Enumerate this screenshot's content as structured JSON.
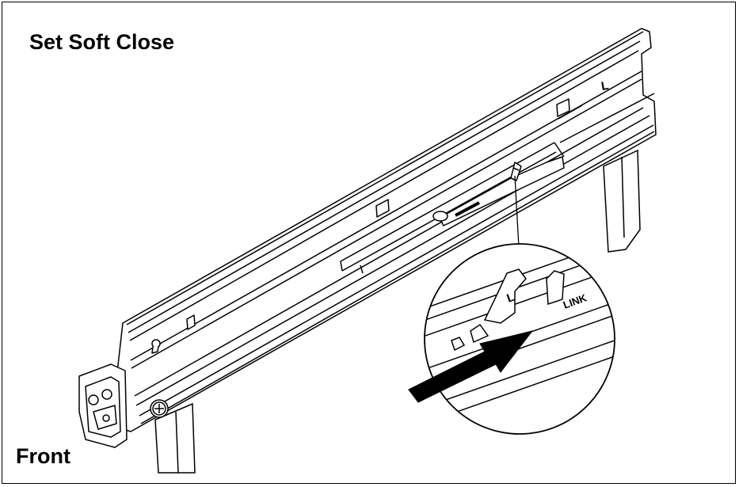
{
  "labels": {
    "title": "Set Soft Close",
    "front": "Front",
    "side_mark": "L",
    "detail_side_mark": "L",
    "detail_brand": "LINK"
  },
  "colors": {
    "line": "#000000",
    "background": "#ffffff",
    "arrow": "#000000"
  },
  "icons": {
    "push_arrow": "arrow-right-up-icon",
    "mount_screw": "phillips-screw-icon",
    "keyhole": "keyhole-icon"
  }
}
